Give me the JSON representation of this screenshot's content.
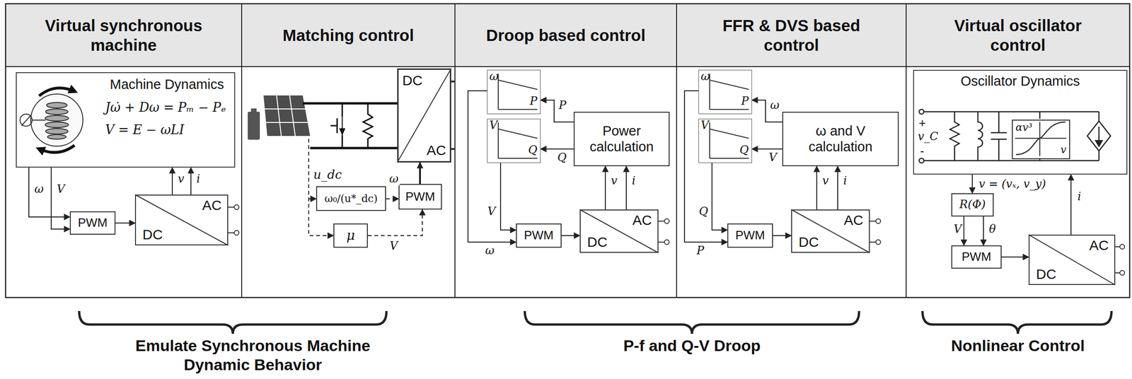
{
  "diagram": {
    "nodes": [
      {
        "text": [
          "Machine Dynamics",
          "Jω̇ + Dω = Pₘ − Pₑ",
          "V = E − ωLI"
        ]
      },
      {
        "text": [
          "PWM"
        ]
      },
      {
        "text": [
          "AC",
          "DC"
        ]
      },
      {
        "text": [
          "DC",
          "AC"
        ]
      },
      {
        "text": [
          "ω₀/(u*_dc)"
        ]
      },
      {
        "text": [
          "PWM"
        ]
      },
      {
        "text": [
          "μ"
        ]
      },
      {
        "text": [
          "ω",
          "P"
        ]
      },
      {
        "text": [
          "V",
          "Q"
        ]
      },
      {
        "text": [
          "Power calculation"
        ]
      },
      {
        "text": [
          "PWM"
        ]
      },
      {
        "text": [
          "AC",
          "DC"
        ]
      },
      {
        "text": [
          "ω",
          "P"
        ]
      },
      {
        "text": [
          "V",
          "Q"
        ]
      },
      {
        "text": [
          "ω and V calculation"
        ]
      },
      {
        "text": [
          "PWM"
        ]
      },
      {
        "text": [
          "AC",
          "DC"
        ]
      },
      {
        "text": [
          "Oscillator Dynamics",
          "+",
          "v_C",
          "-"
        ]
      },
      {
        "text": [
          "αv³",
          "v"
        ],
        "in": 17
      },
      {
        "text": [
          "R(Φ)"
        ]
      },
      {
        "text": [
          "PWM"
        ]
      },
      {
        "text": [
          "AC",
          "DC"
        ]
      }
    ],
    "edges": [
      {
        "from": 0,
        "to": 1,
        "arrow": "to",
        "label": "ω"
      },
      {
        "from": 0,
        "to": 1,
        "arrow": "to",
        "label": "V"
      },
      {
        "from": 1,
        "to": 2,
        "arrow": "to"
      },
      {
        "from": 2,
        "to": 0,
        "arrow": "to",
        "label": "v"
      },
      {
        "from": 2,
        "to": 0,
        "arrow": "to",
        "label": "i"
      },
      {
        "from": 4,
        "to": 5,
        "arrow": "to",
        "label": "ω"
      },
      {
        "from": 6,
        "to": 5,
        "arrow": "to",
        "label": "V"
      },
      {
        "from": 5,
        "to": 3,
        "arrow": "to"
      },
      {
        "from": 9,
        "to": 7,
        "arrow": "to",
        "label": "P"
      },
      {
        "from": 9,
        "to": 8,
        "arrow": "to",
        "label": "Q"
      },
      {
        "from": 7,
        "to": 10,
        "arrow": "to",
        "label": "ω"
      },
      {
        "from": 8,
        "to": 10,
        "arrow": "to",
        "label": "V"
      },
      {
        "from": 10,
        "to": 11,
        "arrow": "to"
      },
      {
        "from": 11,
        "to": 9,
        "arrow": "to",
        "label": "v"
      },
      {
        "from": 11,
        "to": 9,
        "arrow": "to",
        "label": "i"
      },
      {
        "from": 14,
        "to": 12,
        "arrow": "to",
        "label": "ω"
      },
      {
        "from": 14,
        "to": 13,
        "arrow": "to",
        "label": "V"
      },
      {
        "from": 12,
        "to": 15,
        "arrow": "to",
        "label": "P"
      },
      {
        "from": 13,
        "to": 15,
        "arrow": "to",
        "label": "Q"
      },
      {
        "from": 15,
        "to": 16,
        "arrow": "to"
      },
      {
        "from": 16,
        "to": 14,
        "arrow": "to",
        "label": "v"
      },
      {
        "from": 16,
        "to": 14,
        "arrow": "to",
        "label": "i"
      },
      {
        "from": 17,
        "to": 19,
        "arrow": "to",
        "label": "v = (vₓ, v_y)"
      },
      {
        "from": 19,
        "to": 20,
        "arrow": "to",
        "label": "V"
      },
      {
        "from": 19,
        "to": 20,
        "arrow": "to",
        "label": "θ"
      },
      {
        "from": 20,
        "to": 21,
        "arrow": "to"
      },
      {
        "from": 21,
        "to": 17,
        "arrow": "to",
        "label": "i"
      }
    ],
    "labels": [
      "Virtual synchronous machine",
      "Matching control",
      "Droop based control",
      "FFR & DVS based control",
      "Virtual oscillator control",
      "u_dc",
      "Emulate Synchronous Machine Dynamic Behavior",
      "P-f and Q-V Droop",
      "Nonlinear Control"
    ]
  }
}
